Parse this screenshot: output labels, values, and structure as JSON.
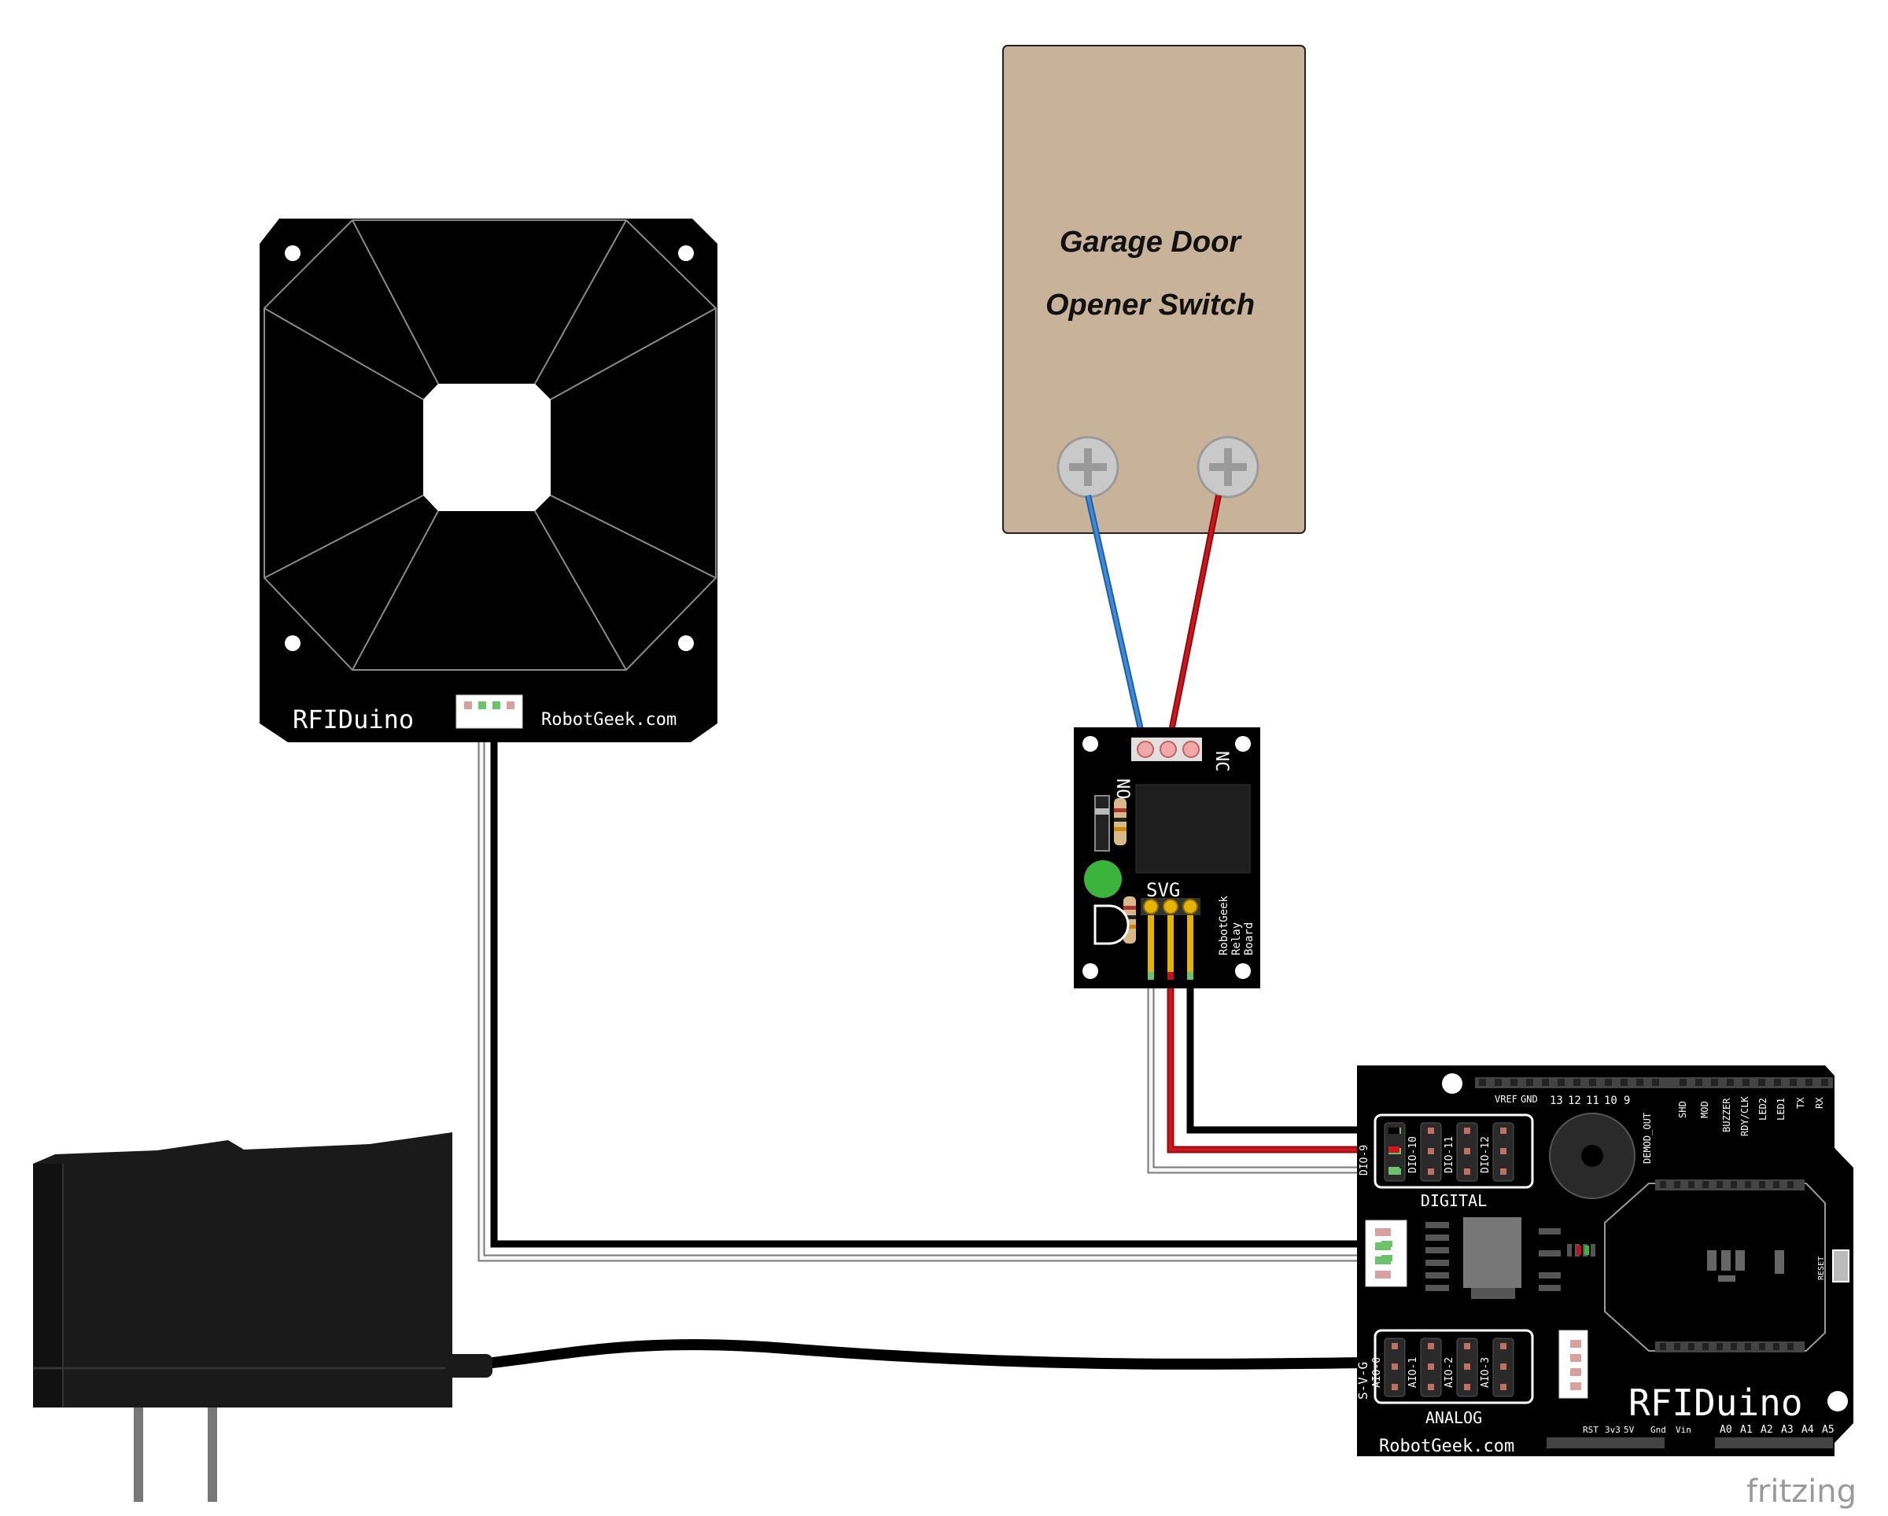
{
  "switch_box": {
    "line1": "Garage Door",
    "line2": "Opener Switch",
    "fill": "#c8b299"
  },
  "antenna": {
    "label": "RFIDuino",
    "brand": "RobotGeek.com"
  },
  "relay": {
    "no_label": "NO",
    "nc_label": "NC",
    "svg_label": "SVG",
    "side_label_1": "RobotGeek",
    "side_label_2": "Relay",
    "side_label_3": "Board"
  },
  "shield": {
    "title": "RFIDuino",
    "brand": "RobotGeek.com",
    "digital_label": "DIGITAL",
    "analog_label": "ANALOG",
    "svg_side_label": "S-V-G",
    "reset_label": "RESET",
    "demod_label": "DEMOD_OUT",
    "dio_headers": [
      "DIO-9",
      "DIO-10",
      "DIO-11",
      "DIO-12"
    ],
    "aio_headers": [
      "AIO-0",
      "AIO-1",
      "AIO-2",
      "AIO-3"
    ],
    "top_left_pins": [
      "VREF",
      "GND",
      "13",
      "12",
      "11",
      "10",
      "9"
    ],
    "top_right_pins": [
      "SHD",
      "MOD",
      "BUZZER",
      "RDY/CLK",
      "LED2",
      "LED1",
      "TX",
      "RX"
    ],
    "bottom_left_pins": [
      "RST",
      "3v3",
      "5V",
      "Gnd",
      "Vin"
    ],
    "bottom_right_pins": [
      "A0",
      "A1",
      "A2",
      "A3",
      "A4",
      "A5"
    ]
  },
  "wires": {
    "blue": "#2a72c4",
    "red": "#c0121a",
    "black": "#111111",
    "white": "#f4f4f4"
  },
  "watermark": "fritzing"
}
